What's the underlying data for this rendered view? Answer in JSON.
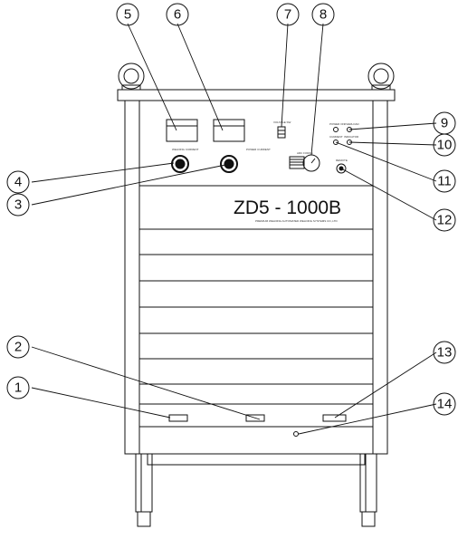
{
  "model": {
    "name": "ZD5 - 1000B",
    "tagline": "PREMIUM WELDING AUTOMATED WELDING SYSTEMS CO.,LTD"
  },
  "panel_labels": {
    "welding_current": "WELDING CURRENT",
    "power_current": "POWER CURRENT",
    "voltage_switch": "VOLTAGE SW",
    "arc_force": "ARC FORCE",
    "power_on": "POWER ON",
    "overload": "OVERLOAD",
    "current_mode": "CURRENT",
    "indicator": "INDICATOR",
    "remote": "REMOTE"
  },
  "callouts": [
    "1",
    "2",
    "3",
    "4",
    "5",
    "6",
    "7",
    "8",
    "9",
    "10",
    "11",
    "12",
    "13",
    "14"
  ],
  "colors": {
    "stroke": "#111111",
    "background": "#ffffff"
  }
}
